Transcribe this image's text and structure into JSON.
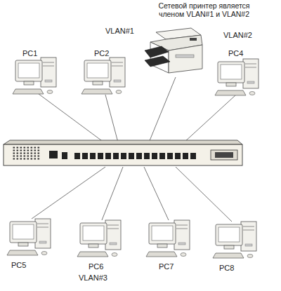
{
  "diagram": {
    "nodes": [
      {
        "text": [
          "VLAN#1"
        ]
      },
      {
        "text": [
          "PC1"
        ],
        "in": 0
      },
      {
        "text": [
          "PC2"
        ],
        "in": 0
      },
      {
        "text": [
          "Сетевой принтер является членом VLAN#1 и VLAN#2"
        ]
      },
      {
        "text": [
          "VLAN#2"
        ]
      },
      {
        "text": [
          "PC4"
        ],
        "in": 4
      },
      {
        "text": [
          "VLAN#3"
        ]
      },
      {
        "text": [
          "PC5"
        ],
        "in": 6
      },
      {
        "text": [
          "PC6"
        ],
        "in": 6
      },
      {
        "text": [
          "PC7"
        ],
        "in": 6
      },
      {
        "text": [
          "PC8"
        ],
        "in": 4
      }
    ]
  }
}
